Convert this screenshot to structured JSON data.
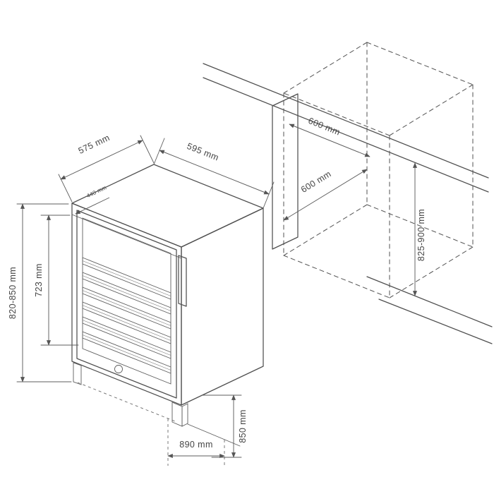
{
  "appliance": {
    "dim_depth_top": "575 mm",
    "dim_width_top": "595 mm",
    "dim_inset_top": "440 mm",
    "dim_height_overall": "820-850 mm",
    "dim_height_door": "723 mm",
    "dim_height_plinth": "850 mm",
    "dim_depth_floor": "890 mm"
  },
  "niche": {
    "dim_width": "600 mm",
    "dim_depth": "600 mm",
    "dim_height": "825-900 mm"
  }
}
